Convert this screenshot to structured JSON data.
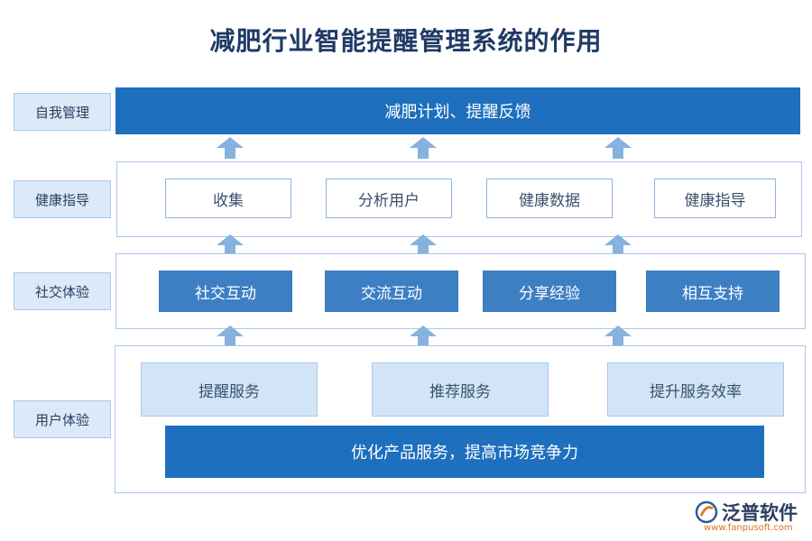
{
  "title": "减肥行业智能提醒管理系统的作用",
  "side_labels": [
    "自我管理",
    "健康指导",
    "社交体验",
    "用户体验"
  ],
  "top": {
    "label": "减肥计划、提醒反馈"
  },
  "guidance": [
    "收集",
    "分析用户",
    "健康数据",
    "健康指导"
  ],
  "social": [
    "社交互动",
    "交流互动",
    "分享经验",
    "相互支持"
  ],
  "user_experience": {
    "items": [
      "提醒服务",
      "推荐服务",
      "提升服务效率"
    ],
    "bar": "优化产品服务，提高市场竞争力"
  },
  "brand": {
    "name": "泛普软件",
    "url": "www.fanpusoft.com"
  },
  "colors": {
    "primary": "#1e6fbd",
    "mid": "#3d7fc3",
    "light": "#d2e5f7",
    "arrow": "#86b2dd"
  }
}
